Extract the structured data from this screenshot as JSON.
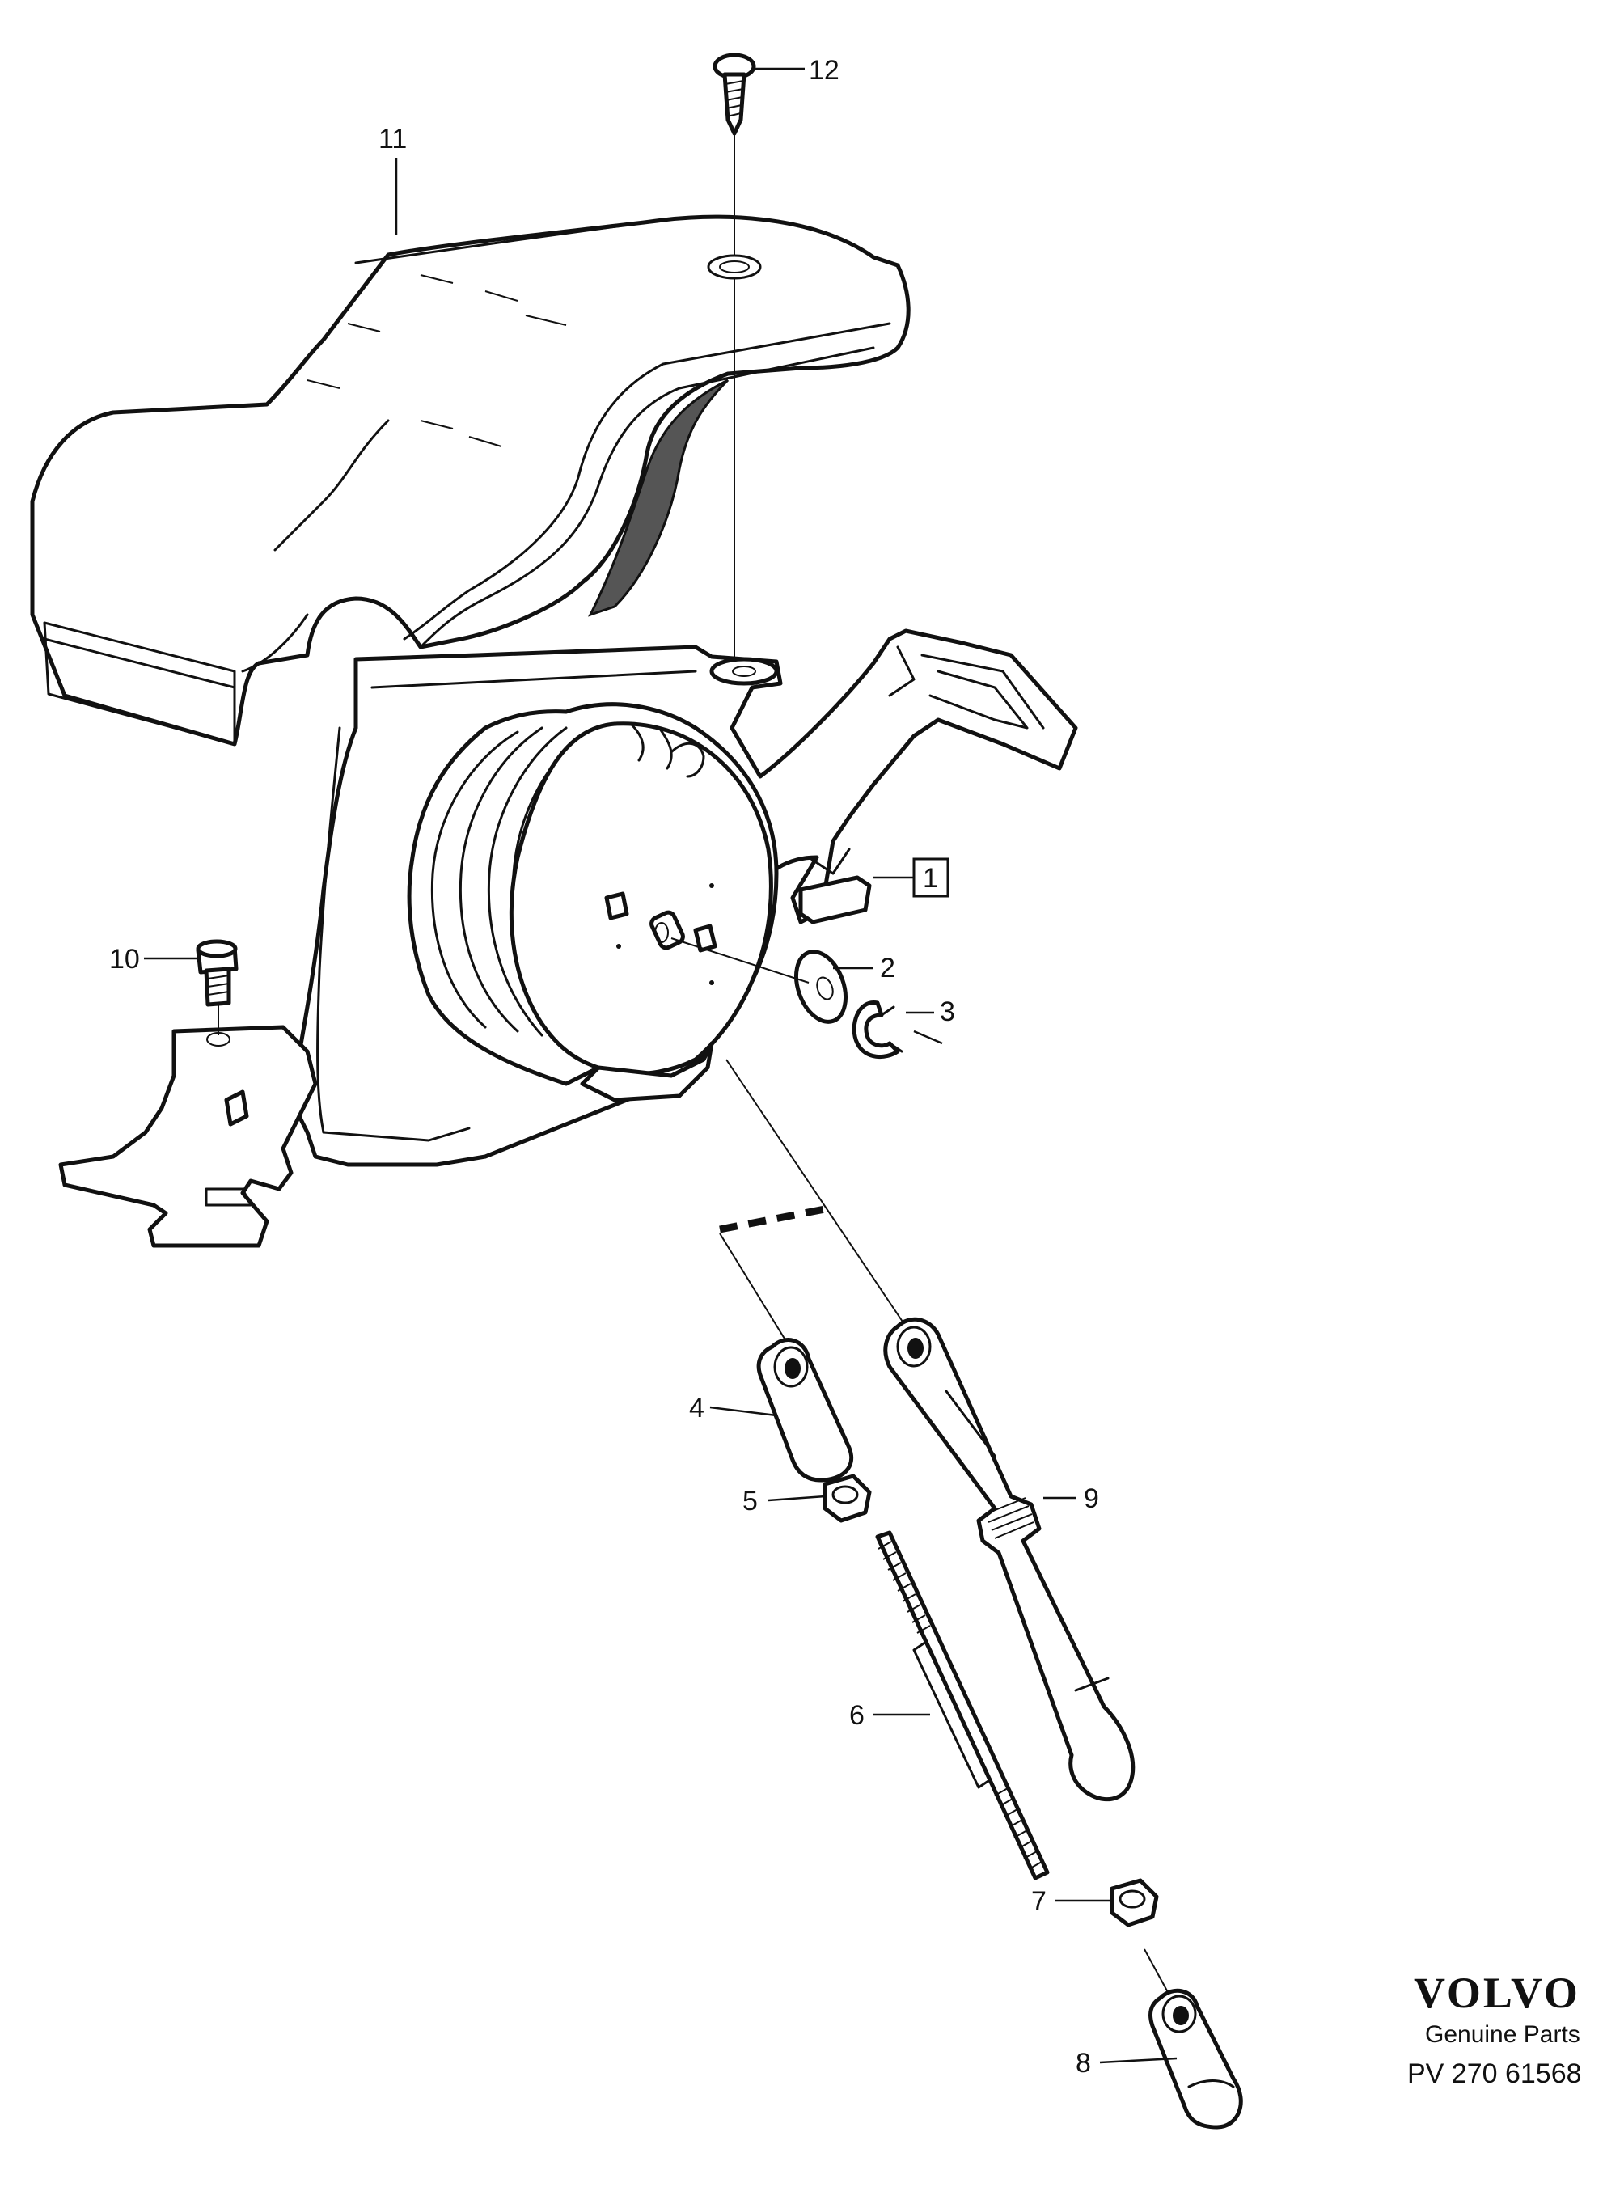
{
  "callouts": {
    "c1": "1",
    "c2": "2",
    "c3": "3",
    "c4": "4",
    "c5": "5",
    "c6": "6",
    "c7": "7",
    "c8": "8",
    "c9": "9",
    "c10": "10",
    "c11": "11",
    "c12": "12"
  },
  "brand": {
    "logo": "VOLVO",
    "subtitle": "Genuine Parts",
    "drawing_number": "PV 270 61568"
  },
  "colors": {
    "line": "#111111",
    "background": "#ffffff"
  }
}
